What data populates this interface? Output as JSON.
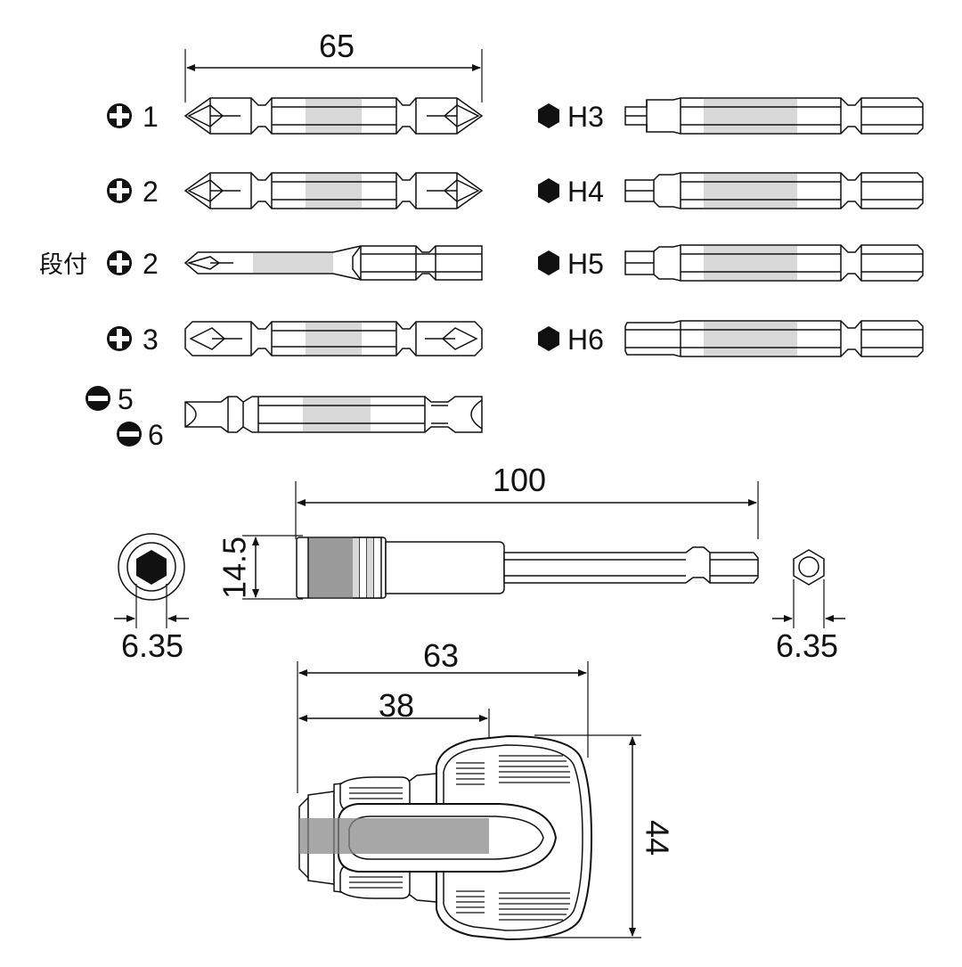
{
  "dimensions": {
    "bit_length": "65",
    "extension_length": "100",
    "holder_diameter": "14.5",
    "socket_hex": "6.35",
    "shank_hex": "6.35",
    "handle_length": "63",
    "handle_chuck_length": "38",
    "handle_diameter": "44"
  },
  "bits_left": [
    {
      "symbol": "plus",
      "size": "1",
      "prefix": ""
    },
    {
      "symbol": "plus",
      "size": "2",
      "prefix": ""
    },
    {
      "symbol": "plus",
      "size": "2",
      "prefix": "段付"
    },
    {
      "symbol": "plus",
      "size": "3",
      "prefix": ""
    }
  ],
  "bits_slotted": [
    {
      "symbol": "minus",
      "size": "5"
    },
    {
      "symbol": "minus",
      "size": "6"
    }
  ],
  "bits_right": [
    {
      "symbol": "hex",
      "size": "H3"
    },
    {
      "symbol": "hex",
      "size": "H4"
    },
    {
      "symbol": "hex",
      "size": "H5"
    },
    {
      "symbol": "hex",
      "size": "H6"
    }
  ],
  "colors": {
    "ink": "#111111",
    "highlight": "#d8d8d8",
    "shade": "#9a9a9a",
    "dark": "#8a8a8a"
  }
}
